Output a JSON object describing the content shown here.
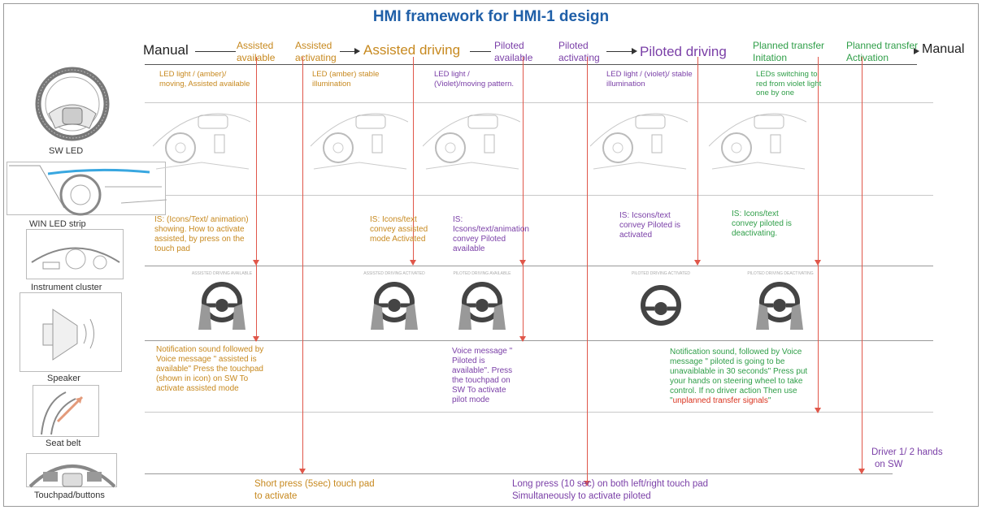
{
  "title": "HMI framework for HMI-1 design",
  "timeline": {
    "manual_start": "Manual",
    "assisted_available": [
      "Assisted",
      "available"
    ],
    "assisted_activating": [
      "Assisted",
      "activating"
    ],
    "assisted_driving": "Assisted driving",
    "piloted_available": [
      "Piloted",
      "available"
    ],
    "piloted_activating": [
      "Piloted",
      "activating"
    ],
    "piloted_driving": "Piloted driving",
    "planned_initiation": [
      "Planned transfer",
      "Initation"
    ],
    "planned_activation": [
      "Planned transfer",
      "Activation"
    ],
    "manual_end": "Manual"
  },
  "sidebar": {
    "items": [
      {
        "label": "SW LED",
        "icon": "steering-wheel-led-icon"
      },
      {
        "label": "WIN LED strip",
        "icon": "windshield-led-strip-icon"
      },
      {
        "label": "Instrument cluster",
        "icon": "instrument-cluster-icon"
      },
      {
        "label": "Speaker",
        "icon": "speaker-icon"
      },
      {
        "label": "Seat belt",
        "icon": "seat-belt-icon"
      },
      {
        "label": "Touchpad/buttons",
        "icon": "touchpad-buttons-icon"
      }
    ]
  },
  "led_notes": {
    "c1": "LED light / (amber)/ moving, Assisted available",
    "c2": "LED (amber) stable illumination",
    "c3": "LED light / (Violet)/moving pattern.",
    "c4": "LED light / (violet)/ stable illumination",
    "c5": "LEDs switching to red from violet light one by one"
  },
  "cluster_notes": {
    "c1": "IS: (Icons/Text/ animation) showing. How to activate assisted, by press on the touch pad",
    "c2": "IS: Icons/text convey assisted mode Activated",
    "c3": "IS: Icsons/text/animation convey Piloted available",
    "c4": "IS: Icsons/text convey Piloted is activated",
    "c5": "IS: Icons/text convey piloted is deactivating."
  },
  "speaker_notes": {
    "c1": "Notification sound followed by Voice message \" assisted is available\" Press the touchpad (shown in icon) on SW To activate assisted mode",
    "c3": "Voice message \" Piloted is available\". Press the touchpad on SW To activate pilot mode",
    "c5_main": "Notification sound, followed by Voice message \" piloted is going to be unavaiblable in 30 seconds\" Press put your hands on steering wheel to take control. If no driver action Then use \"",
    "c5_red": "unplanned transfer signals",
    "c5_end": "\""
  },
  "wheel_captions": {
    "w1": "ASSISTED DRIVING AVAILABLE",
    "w2": "ASSISTED DRIVING ACTIVATED",
    "w3": "PILOTED DRIVING AVAILABLE",
    "w4": "PILOTED DRIVING ACTIVATED",
    "w5": "PILOTED DRIVING DEACTIVATING"
  },
  "bottom": {
    "short_press": [
      "Short press (5sec) touch pad",
      "to activate"
    ],
    "long_press": [
      "Long press (10 sec) on both left/right touch pad",
      "Simultaneously to activate piloted"
    ],
    "driver_hands": [
      "Driver 1/ 2 hands",
      "on SW"
    ]
  },
  "colors": {
    "title": "#1f5fa8",
    "amber": "#c7891f",
    "violet": "#7a3fa7",
    "green": "#2f9e48",
    "arrow_red": "#e0574a"
  }
}
